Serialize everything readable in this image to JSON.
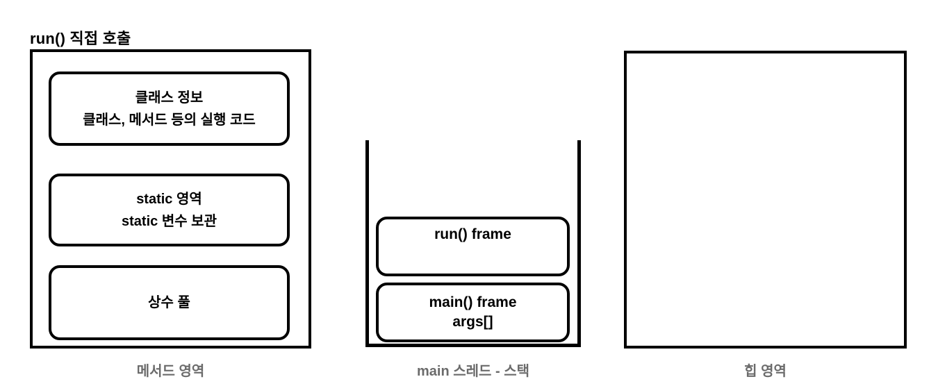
{
  "title": "run() 직접 호출",
  "colors": {
    "stroke": "#000000",
    "label_gray": "#6b6b6b",
    "background": "#ffffff"
  },
  "method_area": {
    "label": "메서드 영역",
    "boxes": [
      {
        "line1": "클래스 정보",
        "line2": "클래스, 메서드 등의 실행 코드"
      },
      {
        "line1": "static 영역",
        "line2": "static 변수 보관"
      },
      {
        "line1": "상수 풀"
      }
    ]
  },
  "stack": {
    "label": "main 스레드 - 스택",
    "frames": [
      {
        "line1": "run() frame"
      },
      {
        "line1": "main() frame",
        "line2": "args[]"
      }
    ]
  },
  "heap": {
    "label": "힙 영역"
  }
}
